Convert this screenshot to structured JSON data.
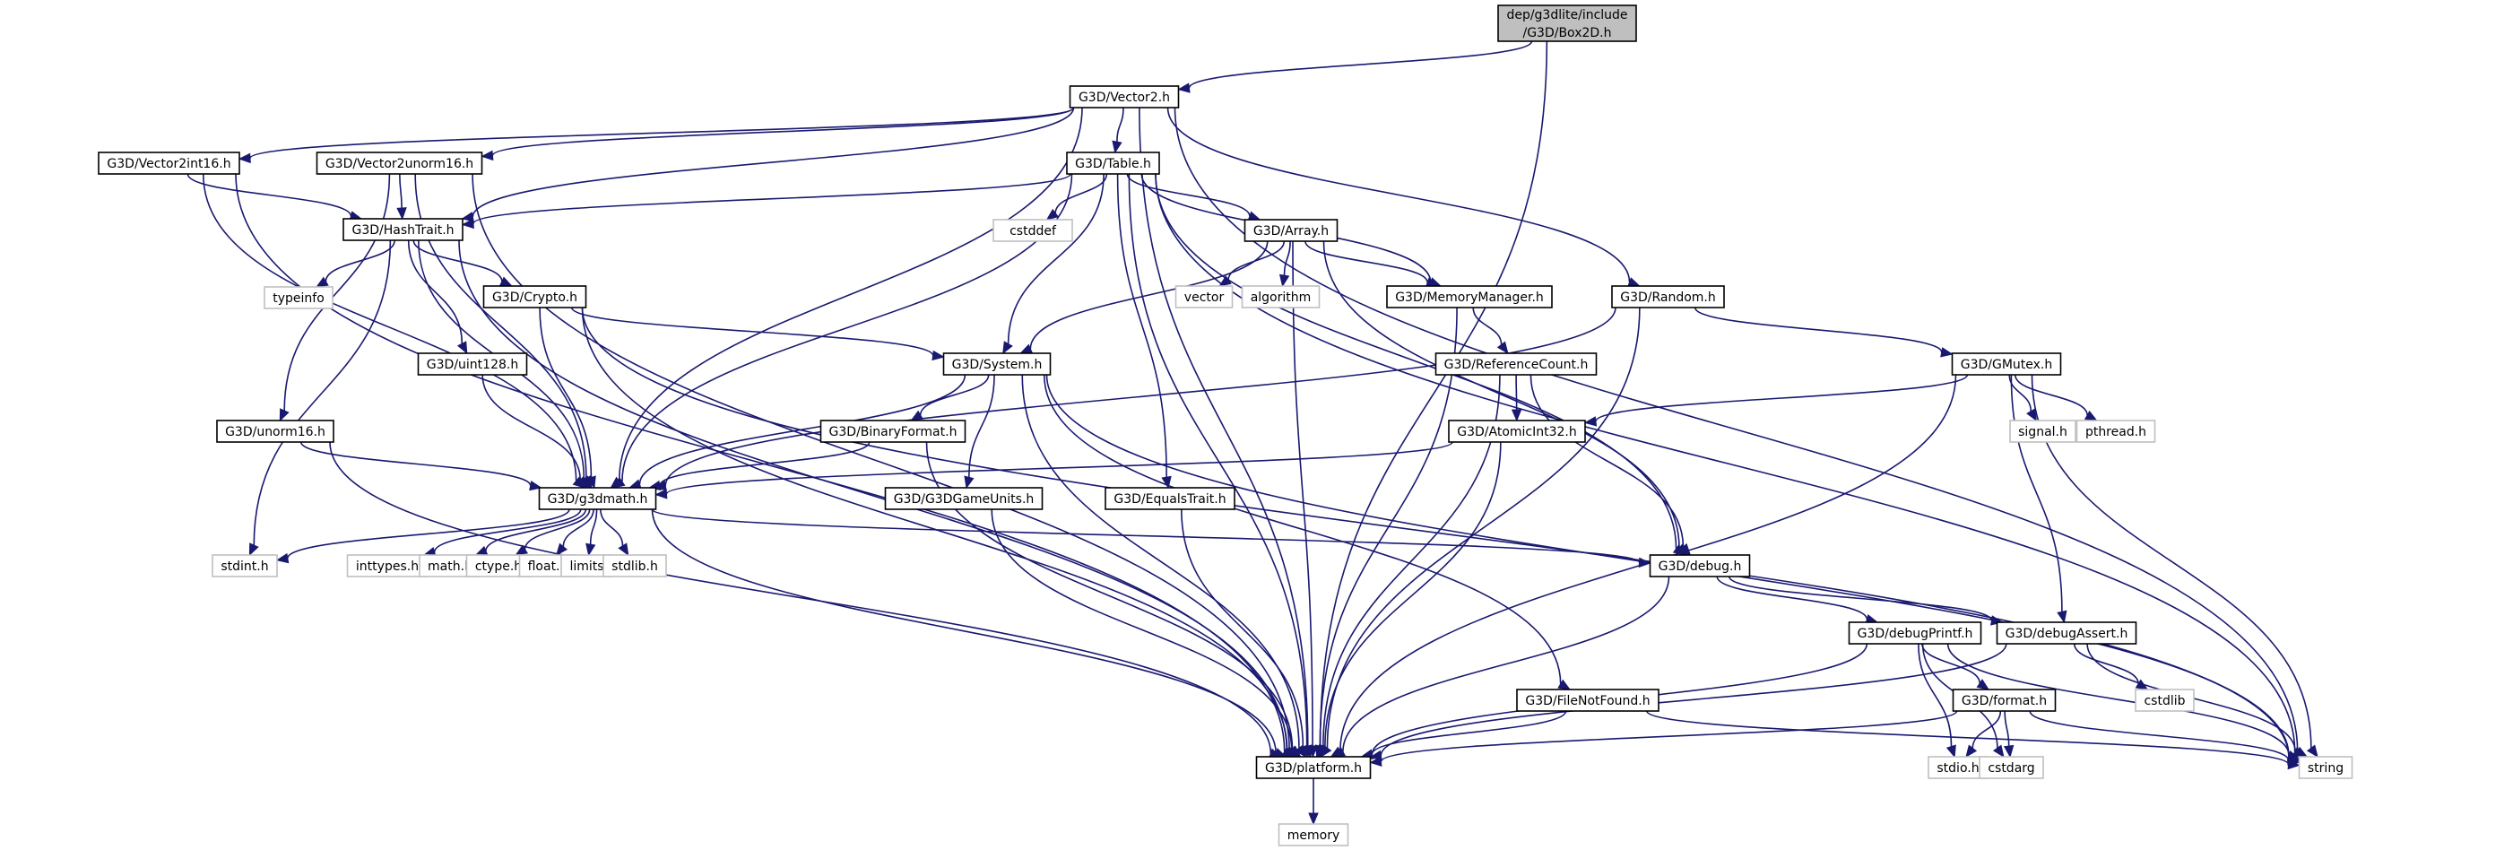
{
  "title": "Include dependency graph for dep/g3dlite/include/G3D/Box2D.h",
  "colors": {
    "edge": "#191970",
    "root_fill": "#bfbfbf",
    "node_border": "#000000",
    "system_border": "#bfbfbf"
  },
  "nodes": [
    {
      "id": "box2d",
      "lines": [
        "dep/g3dlite/include",
        "/G3D/Box2D.h"
      ],
      "kind": "root"
    },
    {
      "id": "vector2",
      "lines": [
        "G3D/Vector2.h"
      ],
      "kind": "project"
    },
    {
      "id": "vector2int16",
      "lines": [
        "G3D/Vector2int16.h"
      ],
      "kind": "project"
    },
    {
      "id": "vector2unorm16",
      "lines": [
        "G3D/Vector2unorm16.h"
      ],
      "kind": "project"
    },
    {
      "id": "table",
      "lines": [
        "G3D/Table.h"
      ],
      "kind": "project"
    },
    {
      "id": "hashtrait",
      "lines": [
        "G3D/HashTrait.h"
      ],
      "kind": "project"
    },
    {
      "id": "cstddef",
      "lines": [
        "cstddef"
      ],
      "kind": "system"
    },
    {
      "id": "array",
      "lines": [
        "G3D/Array.h"
      ],
      "kind": "project"
    },
    {
      "id": "typeinfo",
      "lines": [
        "typeinfo"
      ],
      "kind": "system"
    },
    {
      "id": "crypto",
      "lines": [
        "G3D/Crypto.h"
      ],
      "kind": "project"
    },
    {
      "id": "vector",
      "lines": [
        "vector"
      ],
      "kind": "system"
    },
    {
      "id": "algorithm",
      "lines": [
        "algorithm"
      ],
      "kind": "system"
    },
    {
      "id": "memorymanager",
      "lines": [
        "G3D/MemoryManager.h"
      ],
      "kind": "project"
    },
    {
      "id": "random",
      "lines": [
        "G3D/Random.h"
      ],
      "kind": "project"
    },
    {
      "id": "uint128",
      "lines": [
        "G3D/uint128.h"
      ],
      "kind": "project"
    },
    {
      "id": "system",
      "lines": [
        "G3D/System.h"
      ],
      "kind": "project"
    },
    {
      "id": "referencecount",
      "lines": [
        "G3D/ReferenceCount.h"
      ],
      "kind": "project"
    },
    {
      "id": "gmutex",
      "lines": [
        "G3D/GMutex.h"
      ],
      "kind": "project"
    },
    {
      "id": "unorm16",
      "lines": [
        "G3D/unorm16.h"
      ],
      "kind": "project"
    },
    {
      "id": "binaryformat",
      "lines": [
        "G3D/BinaryFormat.h"
      ],
      "kind": "project"
    },
    {
      "id": "atomicint32",
      "lines": [
        "G3D/AtomicInt32.h"
      ],
      "kind": "project"
    },
    {
      "id": "signal",
      "lines": [
        "signal.h"
      ],
      "kind": "system"
    },
    {
      "id": "pthread",
      "lines": [
        "pthread.h"
      ],
      "kind": "system"
    },
    {
      "id": "g3dmath",
      "lines": [
        "G3D/g3dmath.h"
      ],
      "kind": "project"
    },
    {
      "id": "g3dgameunits",
      "lines": [
        "G3D/G3DGameUnits.h"
      ],
      "kind": "project"
    },
    {
      "id": "equalstrait",
      "lines": [
        "G3D/EqualsTrait.h"
      ],
      "kind": "project"
    },
    {
      "id": "stdint",
      "lines": [
        "stdint.h"
      ],
      "kind": "system"
    },
    {
      "id": "inttypes",
      "lines": [
        "inttypes.h"
      ],
      "kind": "system"
    },
    {
      "id": "math",
      "lines": [
        "math.h"
      ],
      "kind": "system"
    },
    {
      "id": "ctype",
      "lines": [
        "ctype.h"
      ],
      "kind": "system"
    },
    {
      "id": "float",
      "lines": [
        "float.h"
      ],
      "kind": "system"
    },
    {
      "id": "limits",
      "lines": [
        "limits"
      ],
      "kind": "system"
    },
    {
      "id": "stdlib",
      "lines": [
        "stdlib.h"
      ],
      "kind": "system"
    },
    {
      "id": "debug",
      "lines": [
        "G3D/debug.h"
      ],
      "kind": "project"
    },
    {
      "id": "debugprintf",
      "lines": [
        "G3D/debugPrintf.h"
      ],
      "kind": "project"
    },
    {
      "id": "debugassert",
      "lines": [
        "G3D/debugAssert.h"
      ],
      "kind": "project"
    },
    {
      "id": "cstdlib",
      "lines": [
        "cstdlib"
      ],
      "kind": "system"
    },
    {
      "id": "filenotfound",
      "lines": [
        "G3D/FileNotFound.h"
      ],
      "kind": "project"
    },
    {
      "id": "format",
      "lines": [
        "G3D/format.h"
      ],
      "kind": "project"
    },
    {
      "id": "platform",
      "lines": [
        "G3D/platform.h"
      ],
      "kind": "project"
    },
    {
      "id": "stdio",
      "lines": [
        "stdio.h"
      ],
      "kind": "system"
    },
    {
      "id": "cstdarg",
      "lines": [
        "cstdarg"
      ],
      "kind": "system"
    },
    {
      "id": "string",
      "lines": [
        "string"
      ],
      "kind": "system"
    },
    {
      "id": "memory",
      "lines": [
        "memory"
      ],
      "kind": "system"
    }
  ],
  "edges": [
    [
      "box2d",
      "vector2"
    ],
    [
      "box2d",
      "platform"
    ],
    [
      "vector2",
      "vector2int16"
    ],
    [
      "vector2",
      "vector2unorm16"
    ],
    [
      "vector2",
      "table"
    ],
    [
      "vector2",
      "hashtrait"
    ],
    [
      "vector2",
      "g3dmath"
    ],
    [
      "vector2",
      "random"
    ],
    [
      "vector2",
      "platform"
    ],
    [
      "vector2",
      "string"
    ],
    [
      "vector2int16",
      "hashtrait"
    ],
    [
      "vector2int16",
      "g3dmath"
    ],
    [
      "vector2int16",
      "platform"
    ],
    [
      "vector2unorm16",
      "hashtrait"
    ],
    [
      "vector2unorm16",
      "unorm16"
    ],
    [
      "vector2unorm16",
      "g3dmath"
    ],
    [
      "vector2unorm16",
      "platform"
    ],
    [
      "table",
      "hashtrait"
    ],
    [
      "table",
      "cstddef"
    ],
    [
      "table",
      "array"
    ],
    [
      "table",
      "memorymanager"
    ],
    [
      "table",
      "system"
    ],
    [
      "table",
      "g3dmath"
    ],
    [
      "table",
      "equalstrait"
    ],
    [
      "table",
      "debug"
    ],
    [
      "table",
      "platform"
    ],
    [
      "table",
      "string"
    ],
    [
      "hashtrait",
      "typeinfo"
    ],
    [
      "hashtrait",
      "crypto"
    ],
    [
      "hashtrait",
      "uint128"
    ],
    [
      "hashtrait",
      "g3dmath"
    ],
    [
      "hashtrait",
      "stdint"
    ],
    [
      "hashtrait",
      "platform"
    ],
    [
      "array",
      "vector"
    ],
    [
      "array",
      "algorithm"
    ],
    [
      "array",
      "memorymanager"
    ],
    [
      "array",
      "system"
    ],
    [
      "array",
      "debug"
    ],
    [
      "array",
      "platform"
    ],
    [
      "crypto",
      "system"
    ],
    [
      "crypto",
      "g3dmath"
    ],
    [
      "crypto",
      "platform"
    ],
    [
      "crypto",
      "string"
    ],
    [
      "memorymanager",
      "referencecount"
    ],
    [
      "memorymanager",
      "platform"
    ],
    [
      "random",
      "gmutex"
    ],
    [
      "random",
      "g3dmath"
    ],
    [
      "random",
      "platform"
    ],
    [
      "uint128",
      "g3dmath"
    ],
    [
      "system",
      "binaryformat"
    ],
    [
      "system",
      "g3dgameunits"
    ],
    [
      "system",
      "g3dmath"
    ],
    [
      "system",
      "filenotfound"
    ],
    [
      "system",
      "platform"
    ],
    [
      "system",
      "string"
    ],
    [
      "referencecount",
      "atomicint32"
    ],
    [
      "referencecount",
      "debug"
    ],
    [
      "referencecount",
      "platform"
    ],
    [
      "gmutex",
      "atomicint32"
    ],
    [
      "gmutex",
      "signal"
    ],
    [
      "gmutex",
      "pthread"
    ],
    [
      "gmutex",
      "debugassert"
    ],
    [
      "gmutex",
      "platform"
    ],
    [
      "gmutex",
      "string"
    ],
    [
      "unorm16",
      "g3dmath"
    ],
    [
      "unorm16",
      "platform"
    ],
    [
      "binaryformat",
      "g3dmath"
    ],
    [
      "binaryformat",
      "platform"
    ],
    [
      "atomicint32",
      "g3dmath"
    ],
    [
      "atomicint32",
      "platform"
    ],
    [
      "g3dmath",
      "stdint"
    ],
    [
      "g3dmath",
      "inttypes"
    ],
    [
      "g3dmath",
      "math"
    ],
    [
      "g3dmath",
      "ctype"
    ],
    [
      "g3dmath",
      "float"
    ],
    [
      "g3dmath",
      "limits"
    ],
    [
      "g3dmath",
      "stdlib"
    ],
    [
      "g3dmath",
      "debug"
    ],
    [
      "g3dmath",
      "platform"
    ],
    [
      "g3dgameunits",
      "platform"
    ],
    [
      "equalstrait",
      "platform"
    ],
    [
      "debug",
      "debugprintf"
    ],
    [
      "debug",
      "debugassert"
    ],
    [
      "debug",
      "platform"
    ],
    [
      "debugprintf",
      "format"
    ],
    [
      "debugprintf",
      "stdio"
    ],
    [
      "debugprintf",
      "cstdarg"
    ],
    [
      "debugprintf",
      "string"
    ],
    [
      "debugprintf",
      "platform"
    ],
    [
      "debugassert",
      "cstdlib"
    ],
    [
      "debugassert",
      "string"
    ],
    [
      "debugassert",
      "platform"
    ],
    [
      "filenotfound",
      "platform"
    ],
    [
      "filenotfound",
      "string"
    ],
    [
      "format",
      "stdio"
    ],
    [
      "format",
      "cstdarg"
    ],
    [
      "format",
      "string"
    ],
    [
      "format",
      "platform"
    ],
    [
      "platform",
      "memory"
    ]
  ]
}
